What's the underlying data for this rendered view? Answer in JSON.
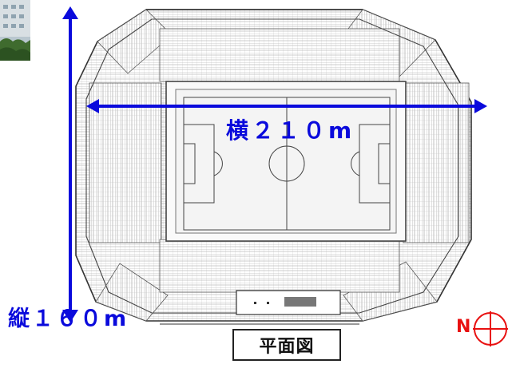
{
  "labels": {
    "width_label": "横２１０m",
    "height_label": "縦１６０m",
    "plan_label": "平面図",
    "north_label": "N"
  },
  "colors": {
    "arrow": "#0a0adc",
    "north": "#e81010",
    "line": "#222222",
    "pitch": "#f2f2f2"
  },
  "icons": {
    "compass": "north-compass-icon",
    "photo": "building-photo"
  }
}
